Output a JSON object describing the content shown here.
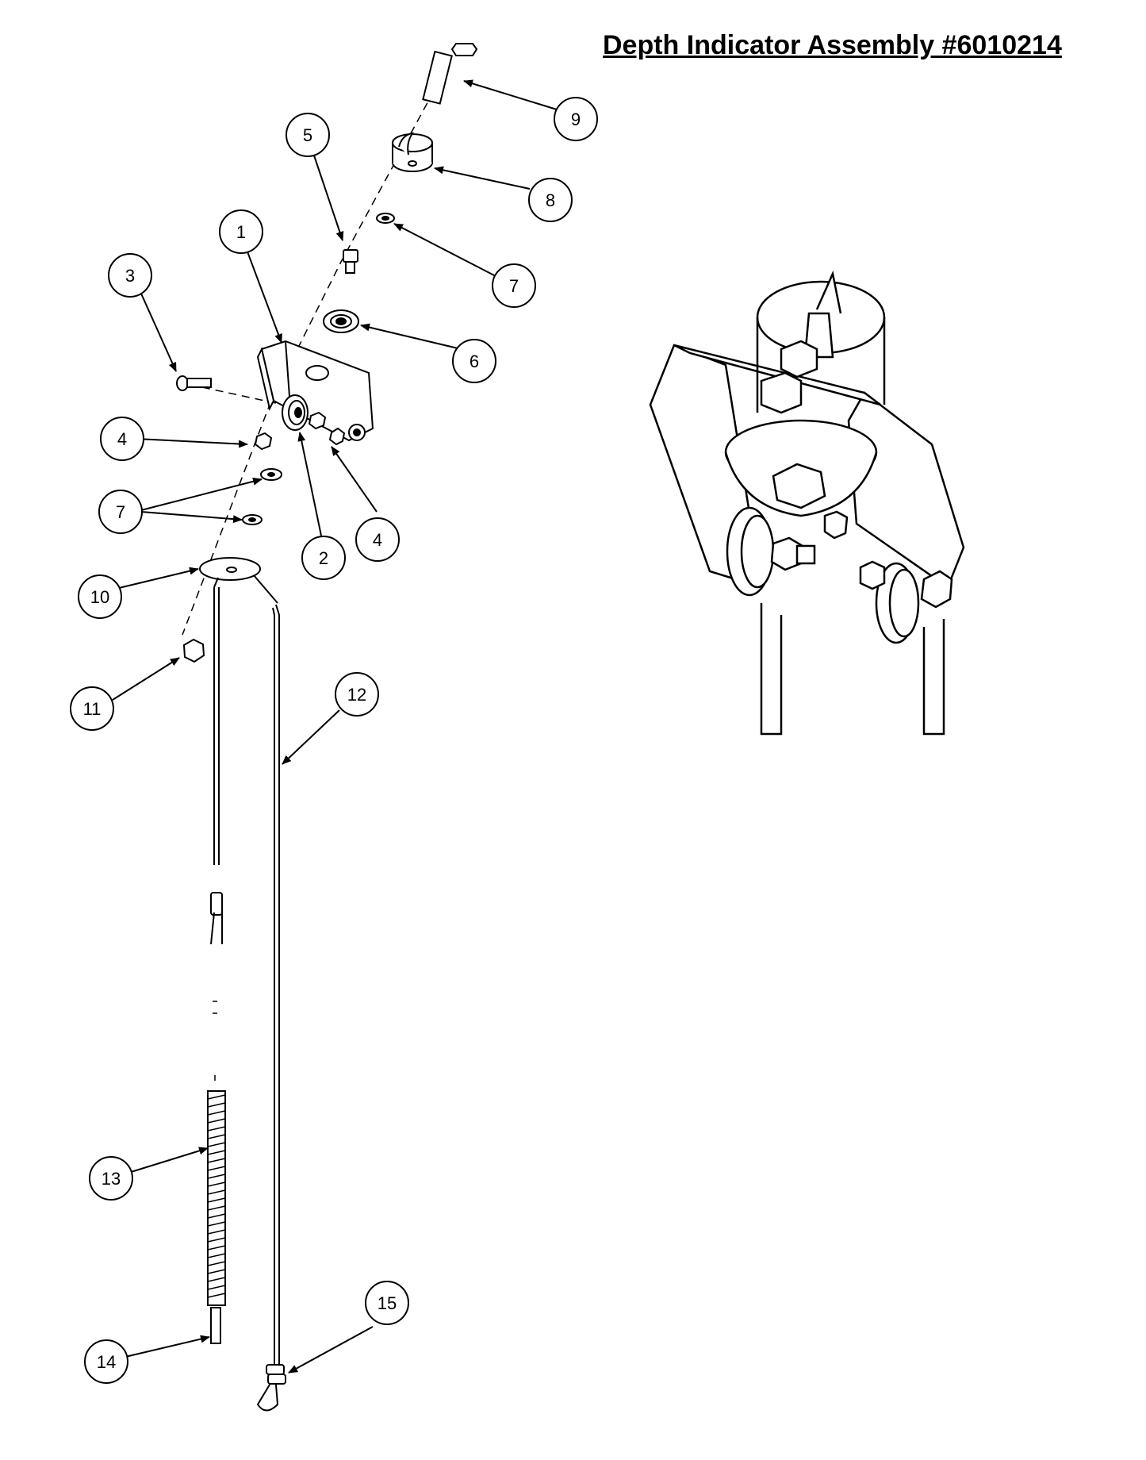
{
  "title": "Depth Indicator Assembly #6010214",
  "callouts": [
    {
      "id": "1",
      "label": "1"
    },
    {
      "id": "2",
      "label": "2"
    },
    {
      "id": "3",
      "label": "3"
    },
    {
      "id": "4a",
      "label": "4"
    },
    {
      "id": "4b",
      "label": "4"
    },
    {
      "id": "5",
      "label": "5"
    },
    {
      "id": "6",
      "label": "6"
    },
    {
      "id": "7a",
      "label": "7"
    },
    {
      "id": "7b",
      "label": "7"
    },
    {
      "id": "8",
      "label": "8"
    },
    {
      "id": "9",
      "label": "9"
    },
    {
      "id": "10",
      "label": "10"
    },
    {
      "id": "11",
      "label": "11"
    },
    {
      "id": "12",
      "label": "12"
    },
    {
      "id": "13",
      "label": "13"
    },
    {
      "id": "14",
      "label": "14"
    },
    {
      "id": "15",
      "label": "15"
    }
  ]
}
